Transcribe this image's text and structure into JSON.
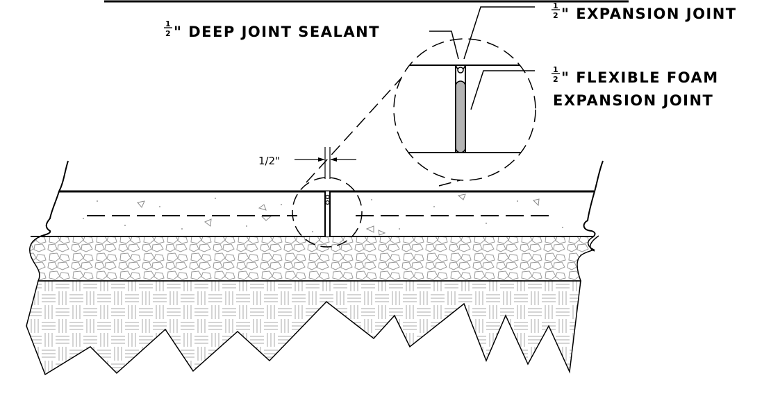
{
  "labels": {
    "sealant": {
      "num": "1",
      "den": "2",
      "text": "\" DEEP JOINT SEALANT"
    },
    "expansion": {
      "num": "1",
      "den": "2",
      "text": "\" EXPANSION JOINT"
    },
    "foam_line1": {
      "num": "1",
      "den": "2",
      "text": "\" FLEXIBLE FOAM"
    },
    "foam_line2": {
      "text": "EXPANSION JOINT"
    }
  },
  "dimension": {
    "text": "1/2\""
  },
  "colors": {
    "line": "#000000",
    "foam": "#b4b4b4",
    "pattern": "#9a9a9a"
  }
}
